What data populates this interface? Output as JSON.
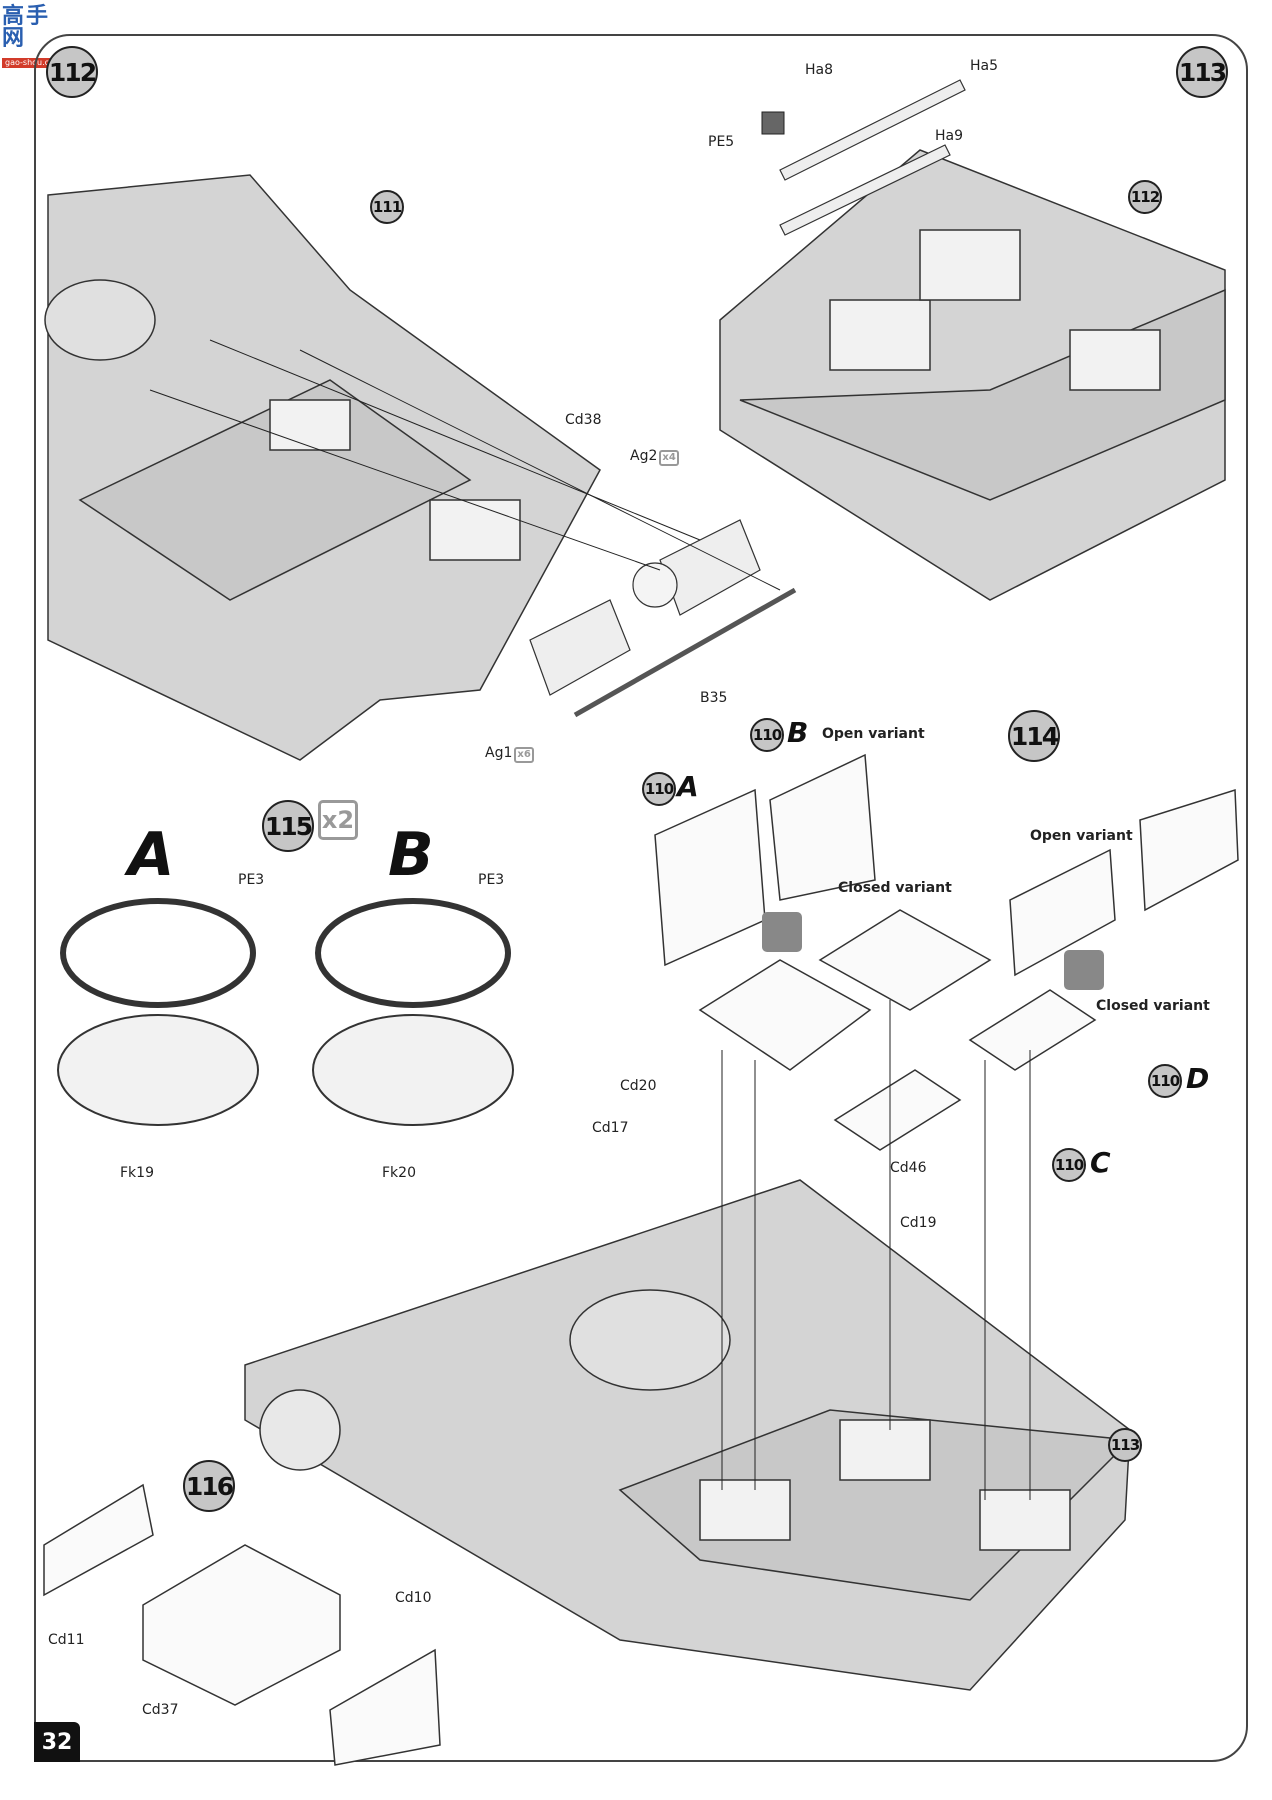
{
  "watermark": {
    "chinese": "高手网",
    "url": "gao-shou.com"
  },
  "page_number": "32",
  "steps": {
    "s112": "112",
    "s113": "113",
    "s114": "114",
    "s115": "115",
    "s116": "116"
  },
  "references": {
    "r111": "111",
    "r112": "112",
    "r113": "113",
    "r110a": "110",
    "r110b": "110",
    "r110c": "110",
    "r110d": "110"
  },
  "variant_letters": {
    "a": "A",
    "b": "B",
    "c": "C",
    "d": "D"
  },
  "step115": {
    "multiplier": "x2",
    "option_a": "A",
    "option_b": "B"
  },
  "variant_labels": {
    "open_variant_b": "Open variant",
    "closed_variant_mid": "Closed variant",
    "open_variant_right": "Open variant",
    "closed_variant_right": "Closed variant"
  },
  "parts": {
    "ha8": "Ha8",
    "ha5": "Ha5",
    "ha9": "Ha9",
    "pe5": "PE5",
    "cd38": "Cd38",
    "ag2": "Ag2",
    "ag2_qty": "x4",
    "ag1": "Ag1",
    "ag1_qty": "x6",
    "b35": "B35",
    "pe3_a": "PE3",
    "pe3_b": "PE3",
    "fk19": "Fk19",
    "fk20": "Fk20",
    "cd20": "Cd20",
    "cd17": "Cd17",
    "cd46": "Cd46",
    "cd19": "Cd19",
    "cd11": "Cd11",
    "cd37": "Cd37",
    "cd10": "Cd10"
  },
  "colors": {
    "hull": "#d4d4d4",
    "step_badge": "#c6c6c6",
    "quantity_box": "#999999"
  }
}
